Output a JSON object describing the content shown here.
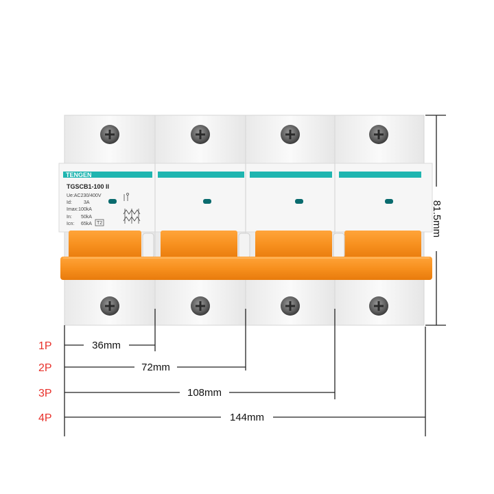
{
  "colors": {
    "handle": "#f7901e",
    "body": "#f2f2f2",
    "stripe": "#1fb5b0",
    "pole_label": "#e8302a",
    "dimension_line": "#222222"
  },
  "product": {
    "brand": "TENGEN",
    "model": "TGSCB1-100 II",
    "specs": [
      {
        "label": "Ue:AC230/400V",
        "value": ""
      },
      {
        "label": "Id:",
        "value": "3A"
      },
      {
        "label": "Imax:100kA",
        "value": ""
      },
      {
        "label": "In:",
        "value": "50kA"
      },
      {
        "label": "Icn:",
        "value": "65kA"
      }
    ],
    "class_badge": "T2",
    "icons": [
      "switch-symbol-icon",
      "varistor-symbol-icon",
      "status-window-icon",
      "screw-icon"
    ]
  },
  "dimensions": {
    "height_label": "81.5mm",
    "widths": [
      {
        "pole": "1P",
        "label": "36mm"
      },
      {
        "pole": "2P",
        "label": "72mm"
      },
      {
        "pole": "3P",
        "label": "108mm"
      },
      {
        "pole": "4P",
        "label": "144mm"
      }
    ]
  }
}
